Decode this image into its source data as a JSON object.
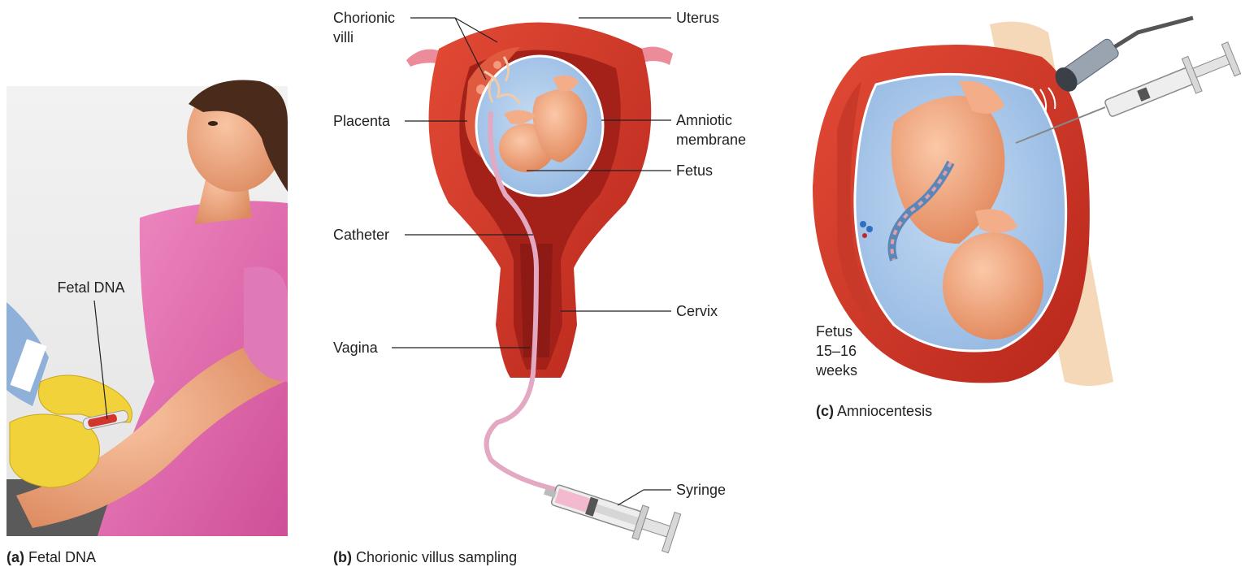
{
  "panels": {
    "a": {
      "caption_letter": "(a)",
      "caption_text": "Fetal DNA",
      "labels": {
        "fetal_dna": "Fetal DNA"
      }
    },
    "b": {
      "caption_letter": "(b)",
      "caption_text": "Chorionic villus sampling",
      "labels": {
        "chorionic_line1": "Chorionic",
        "chorionic_line2": "villi",
        "placenta": "Placenta",
        "catheter": "Catheter",
        "vagina": "Vagina",
        "uterus": "Uterus",
        "amniotic_line1": "Amniotic",
        "amniotic_line2": "membrane",
        "fetus": "Fetus",
        "cervix": "Cervix",
        "syringe": "Syringe"
      }
    },
    "c": {
      "caption_letter": "(c)",
      "caption_text": "Amniocentesis",
      "labels": {
        "fetus_line1": "Fetus",
        "fetus_line2": "15–16",
        "fetus_line3": "weeks"
      }
    }
  },
  "colors": {
    "uterus_red": "#d8392b",
    "uterus_dark": "#a8231b",
    "amniotic_blue": "#a9c8ea",
    "fetus_skin": "#f1a07a",
    "shirt_pink": "#e86fb0",
    "glove_yellow": "#f2d23a"
  }
}
